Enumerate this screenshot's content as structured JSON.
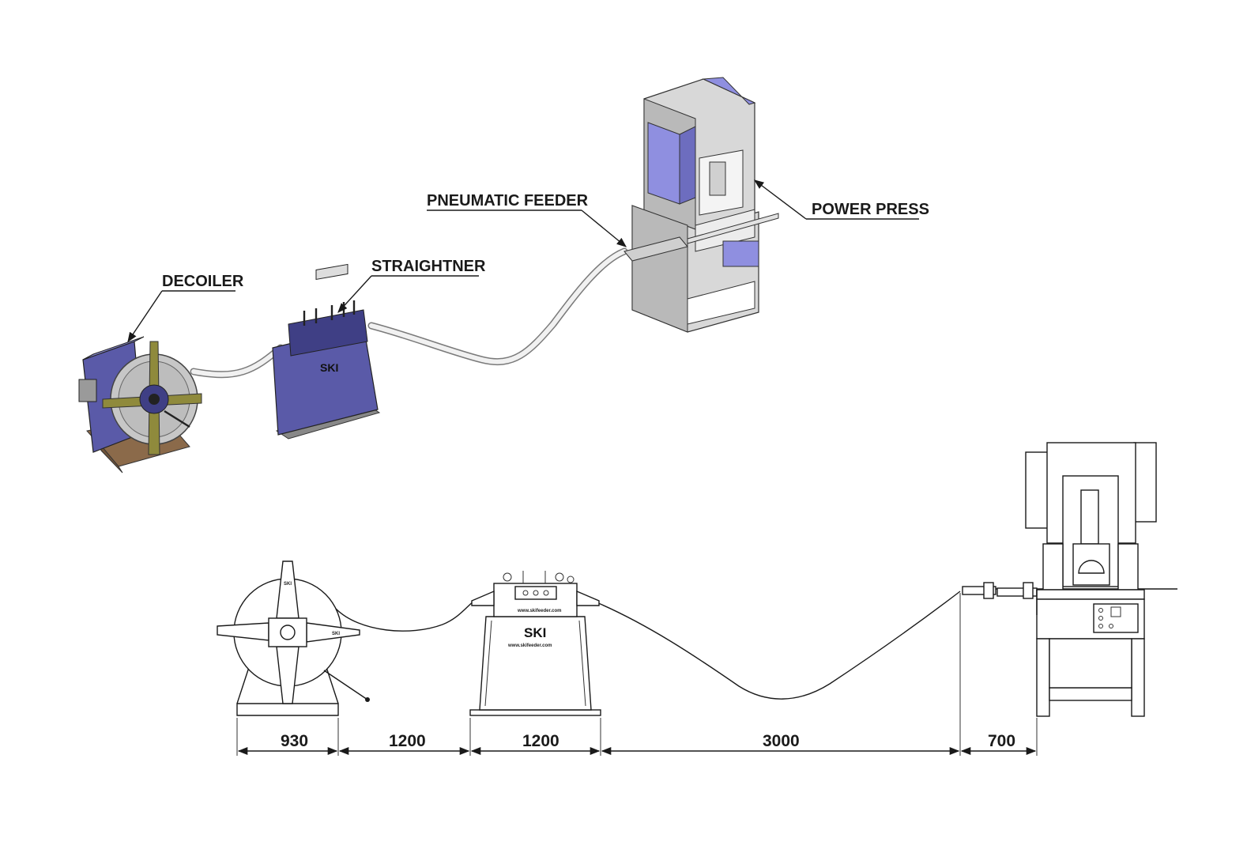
{
  "labels": {
    "decoiler": "DECOILER",
    "straightner": "STRAIGHTNER",
    "pneumatic_feeder": "PNEUMATIC FEEDER",
    "power_press": "POWER PRESS"
  },
  "dimensions": [
    "930",
    "1200",
    "1200",
    "3000",
    "700"
  ],
  "machine_text": {
    "logo": "SKI",
    "website": "www.skifeeder.com"
  },
  "colors": {
    "machine_blue": "#5a5aa8",
    "machine_blue_dark": "#3f3f85",
    "machine_blue_light": "#8888d0",
    "press_gray": "#d8d8d8",
    "press_gray_dark": "#b9b9b9",
    "press_blue": "#8f8fe0",
    "arm_olive": "#8f8a3c",
    "coil_silver": "#c7c7c7"
  }
}
